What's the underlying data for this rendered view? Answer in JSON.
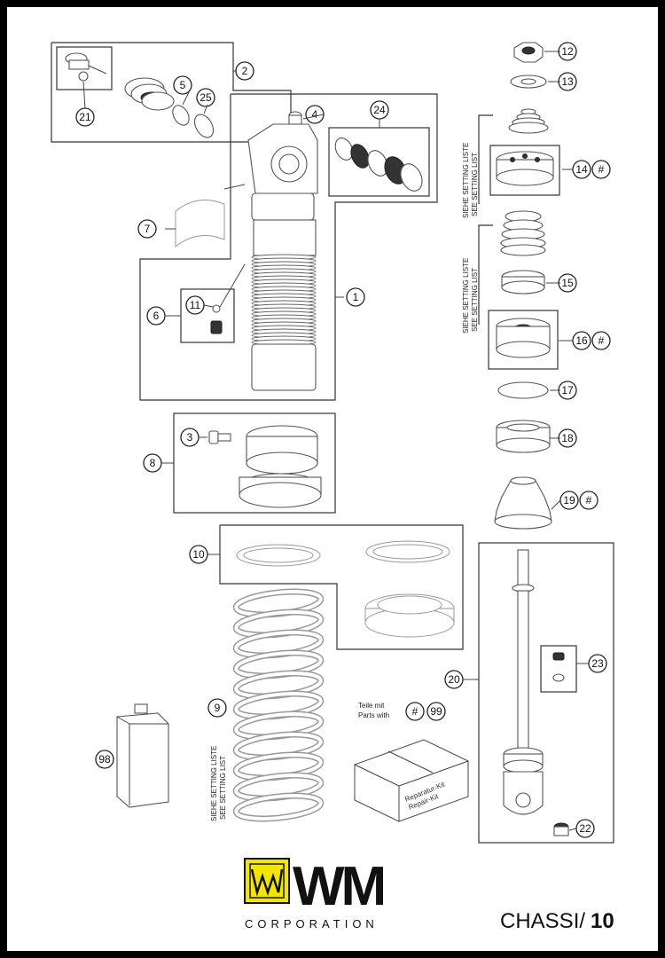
{
  "diagram": {
    "parts": [
      "1",
      "2",
      "3",
      "4",
      "5",
      "6",
      "7",
      "8",
      "9",
      "10",
      "11",
      "12",
      "13",
      "14",
      "15",
      "16",
      "17",
      "18",
      "19",
      "20",
      "21",
      "22",
      "23",
      "24",
      "25",
      "98"
    ],
    "hash_mark": "#",
    "setting_line1": "SIEHE SETTING LISTE",
    "setting_line2": "SEE SETTING LIST",
    "kit_note_de": "Teile mit",
    "kit_note_en": "Parts with",
    "kit_ref": "99",
    "kit_box_line1": "Reparatur-Kit",
    "kit_box_line2": "Repair-Kit"
  },
  "footer": {
    "brand": "WM",
    "corporation": "CORPORATION",
    "section": "CHASSI/",
    "page_number": "10"
  },
  "colors": {
    "logo_yellow": "#F2E600",
    "ink": "#111111",
    "frame": "#000000"
  }
}
